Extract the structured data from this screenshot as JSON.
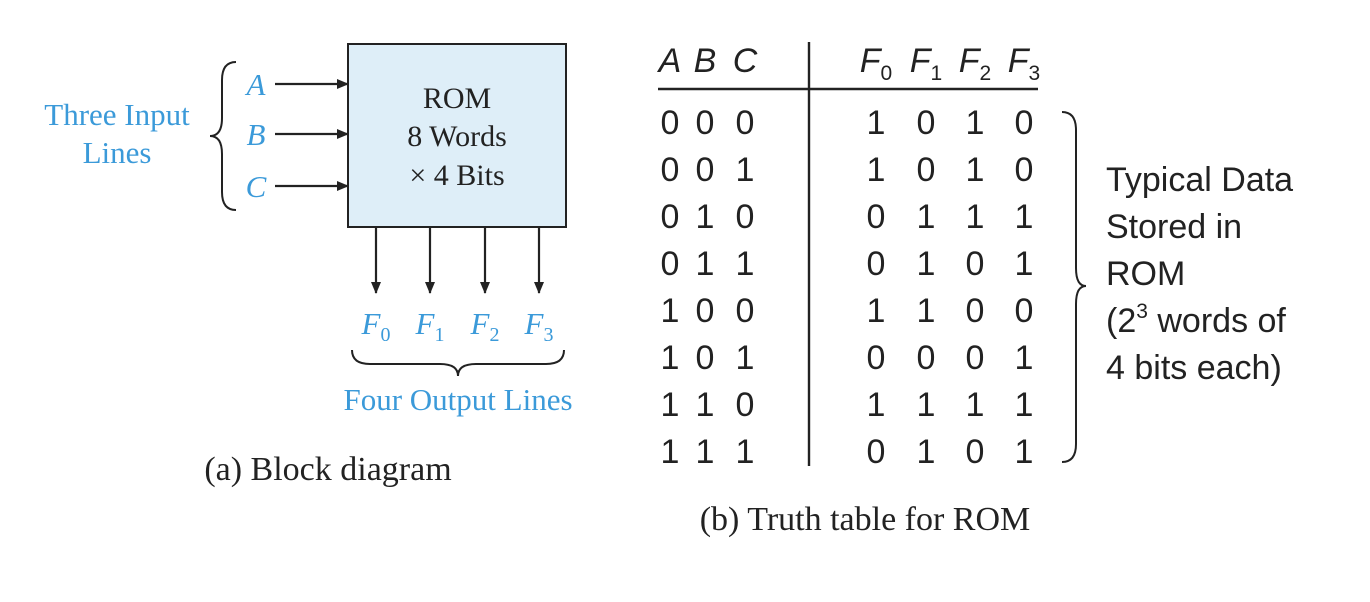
{
  "block_diagram": {
    "input_group_label_line1": "Three Input",
    "input_group_label_line2": "Lines",
    "inputs": [
      {
        "main": "A",
        "sub": ""
      },
      {
        "main": "B",
        "sub": ""
      },
      {
        "main": "C",
        "sub": ""
      }
    ],
    "rom_line1": "ROM",
    "rom_line2": "8 Words",
    "rom_line3": "× 4 Bits",
    "outputs": [
      {
        "main": "F",
        "sub": "0"
      },
      {
        "main": "F",
        "sub": "1"
      },
      {
        "main": "F",
        "sub": "2"
      },
      {
        "main": "F",
        "sub": "3"
      }
    ],
    "output_group_label": "Four Output Lines",
    "caption": "(a) Block diagram"
  },
  "truth_table": {
    "input_headers": [
      "A",
      "B",
      "C"
    ],
    "output_headers": [
      {
        "main": "F",
        "sub": "0"
      },
      {
        "main": "F",
        "sub": "1"
      },
      {
        "main": "F",
        "sub": "2"
      },
      {
        "main": "F",
        "sub": "3"
      }
    ],
    "rows": [
      {
        "in": [
          "0",
          "0",
          "0"
        ],
        "out": [
          "1",
          "0",
          "1",
          "0"
        ]
      },
      {
        "in": [
          "0",
          "0",
          "1"
        ],
        "out": [
          "1",
          "0",
          "1",
          "0"
        ]
      },
      {
        "in": [
          "0",
          "1",
          "0"
        ],
        "out": [
          "0",
          "1",
          "1",
          "1"
        ]
      },
      {
        "in": [
          "0",
          "1",
          "1"
        ],
        "out": [
          "0",
          "1",
          "0",
          "1"
        ]
      },
      {
        "in": [
          "1",
          "0",
          "0"
        ],
        "out": [
          "1",
          "1",
          "0",
          "0"
        ]
      },
      {
        "in": [
          "1",
          "0",
          "1"
        ],
        "out": [
          "0",
          "0",
          "0",
          "1"
        ]
      },
      {
        "in": [
          "1",
          "1",
          "0"
        ],
        "out": [
          "1",
          "1",
          "1",
          "1"
        ]
      },
      {
        "in": [
          "1",
          "1",
          "1"
        ],
        "out": [
          "0",
          "1",
          "0",
          "1"
        ]
      }
    ],
    "note_line1": "Typical Data",
    "note_line2": "Stored in",
    "note_line3": "ROM",
    "note_line4_pre": "(2",
    "note_line4_sup": "3",
    "note_line4_post": " words of",
    "note_line5": "4 bits each)",
    "caption": "(b) Truth table for ROM"
  },
  "colors": {
    "label_blue": "#3b9ad9",
    "rom_fill": "#deeef8",
    "stroke": "#222222",
    "text": "#222222"
  }
}
